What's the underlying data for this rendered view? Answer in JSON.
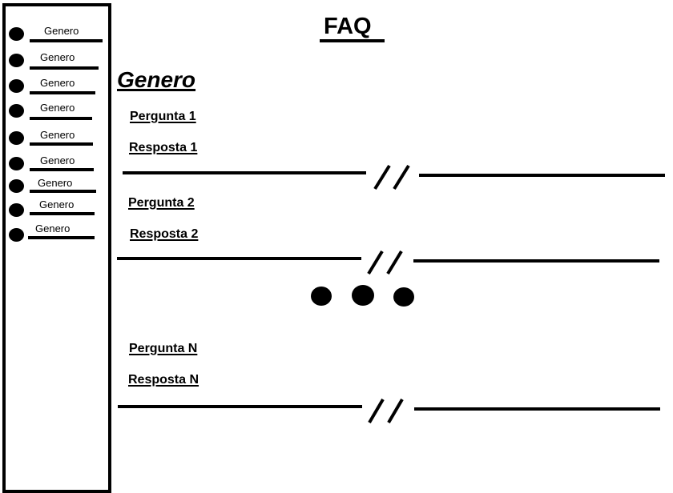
{
  "page": {
    "title": "FAQ"
  },
  "sidebar": {
    "items": [
      {
        "label": "Genero"
      },
      {
        "label": "Genero"
      },
      {
        "label": "Genero"
      },
      {
        "label": "Genero"
      },
      {
        "label": "Genero"
      },
      {
        "label": "Genero"
      },
      {
        "label": "Genero"
      },
      {
        "label": "Genero"
      },
      {
        "label": "Genero"
      }
    ]
  },
  "main": {
    "genre_heading": "Genero",
    "faqs": [
      {
        "question": "Pergunta 1",
        "answer": "Resposta 1"
      },
      {
        "question": "Pergunta 2",
        "answer": "Resposta 2"
      },
      {
        "question": "Pergunta N",
        "answer": "Resposta N"
      }
    ]
  }
}
